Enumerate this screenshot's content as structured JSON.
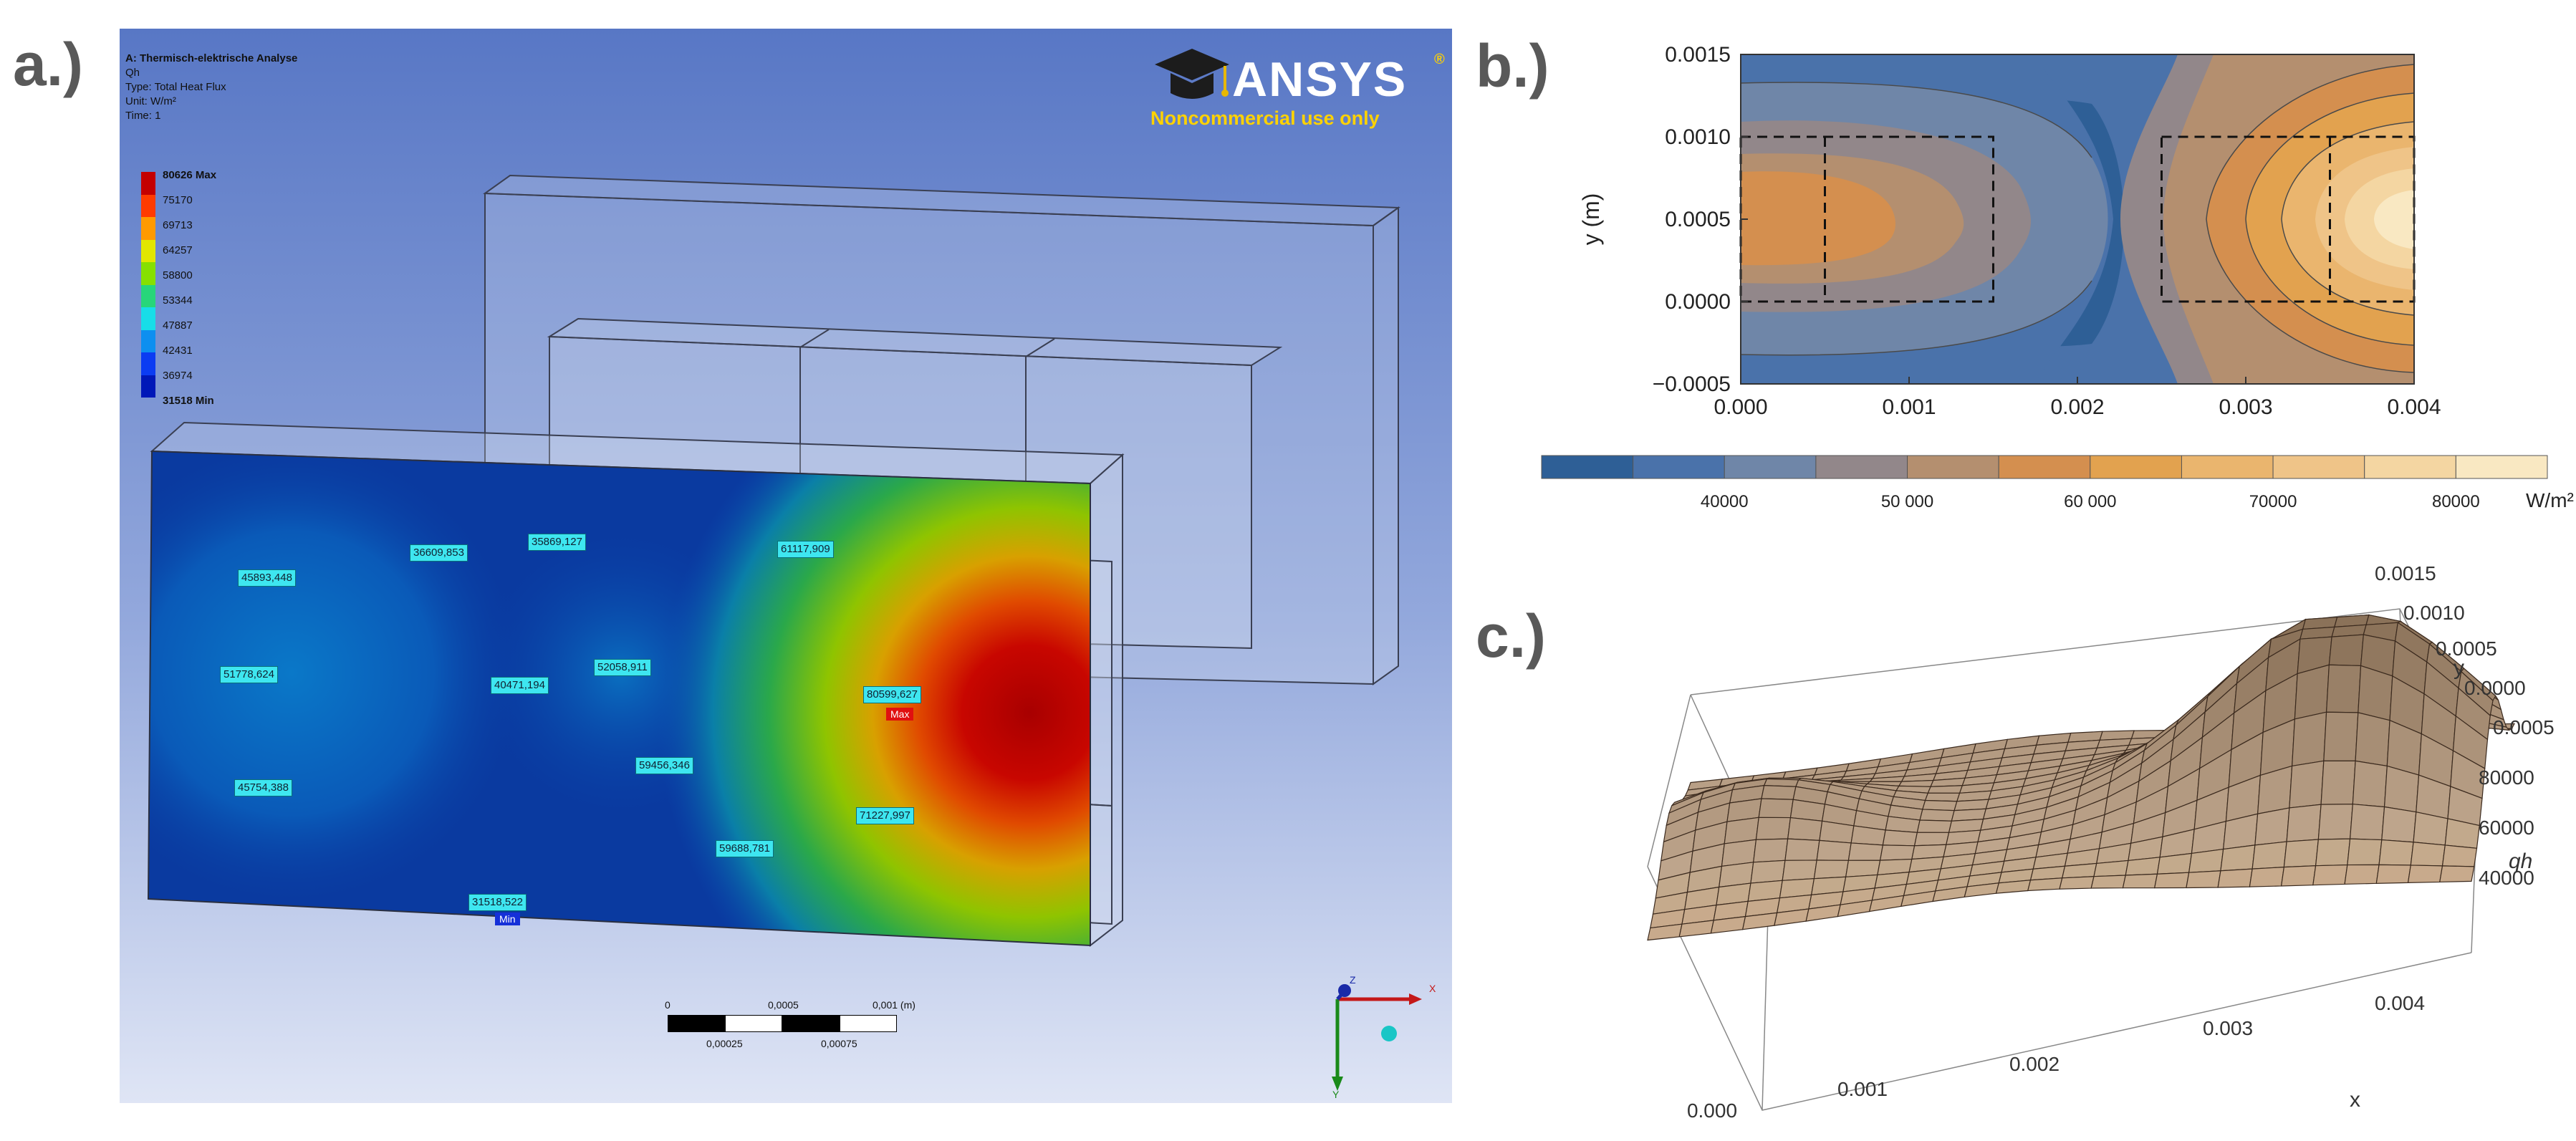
{
  "panels": {
    "a": "a.)",
    "b": "b.)",
    "c": "c.)"
  },
  "ansys": {
    "info_lines": [
      "A: Thermisch-elektrische Analyse",
      "Qh",
      "Type: Total Heat Flux",
      "Unit: W/m²",
      "Time: 1"
    ],
    "logo_text": "ANSYS",
    "logo_registered": "®",
    "logo_subtext": "Noncommercial use only",
    "legend": [
      "80626 Max",
      "75170",
      "69713",
      "64257",
      "58800",
      "53344",
      "47887",
      "42431",
      "36974",
      "31518 Min"
    ],
    "legend_colors": [
      "#c40000",
      "#ff3b00",
      "#ff9a00",
      "#e2e600",
      "#86e000",
      "#27d67a",
      "#18dde8",
      "#0d8ff0",
      "#0b3cf2",
      "#0018b8"
    ],
    "probes": [
      "45893,448",
      "36609,853",
      "35869,127",
      "61117,909",
      "51778,624",
      "40471,194",
      "52058,911",
      "80599,627",
      "59456,346",
      "45754,388",
      "71227,997",
      "59688,781",
      "31518,522"
    ],
    "max_tag": "Max",
    "min_tag": "Min",
    "scale_top": [
      "0",
      "0,0005",
      "0,001 (m)"
    ],
    "scale_bottom": [
      "0,00025",
      "0,00075"
    ],
    "axes": {
      "x": "X",
      "y": "Y",
      "z": "Z"
    },
    "colors": {
      "bg_top": "#5877c5",
      "bg_bottom": "#dfe5f5"
    }
  },
  "chart_data": [
    {
      "type": "heatmap",
      "subtype": "contour",
      "ylabel": "y (m)",
      "xlim": [
        0.0,
        0.004
      ],
      "ylim": [
        -0.0005,
        0.0015
      ],
      "xticks": [
        "0.000",
        "0.001",
        "0.002",
        "0.003",
        "0.004"
      ],
      "yticks": [
        "0.0015",
        "0.0010",
        "0.0005",
        "0.0000",
        "−0.0005"
      ],
      "colorbar": {
        "ticks": [
          "40000",
          "50 000",
          "60 000",
          "70000",
          "80000"
        ],
        "unit": "W/m²",
        "boundaries": [
          30000,
          35000,
          40000,
          45000,
          50000,
          55000,
          60000,
          65000,
          70000,
          75000,
          80000,
          85000
        ],
        "colors": [
          "#2e5f96",
          "#4a72aa",
          "#6f86a8",
          "#92878a",
          "#b48f6f",
          "#d48f4f",
          "#e2a24f",
          "#eab56e",
          "#efc488",
          "#f4d6a2",
          "#f9e8c2"
        ]
      },
      "regions": [
        {
          "x": [
            0.0,
            0.0015
          ],
          "y": [
            0.0,
            0.001
          ],
          "style": "dashed"
        },
        {
          "x": [
            0.0025,
            0.004
          ],
          "y": [
            0.0,
            0.001
          ],
          "style": "dashed"
        }
      ],
      "divider_lines_x": [
        0.0005,
        0.0035
      ]
    },
    {
      "type": "surface",
      "xlabel": "x",
      "ylabel": "y",
      "zlabel": "q_h",
      "xticks": [
        "0.000",
        "0.001",
        "0.002",
        "0.003",
        "0.004"
      ],
      "yticks": [
        "0.0015",
        "0.0010",
        "0.0005",
        "0.0000",
        "0.0005"
      ],
      "zticks": [
        "80000",
        "60000",
        "40000"
      ],
      "xlim": [
        0.0,
        0.004
      ],
      "ylim": [
        -0.0005,
        0.0015
      ],
      "zlim": [
        31518,
        80626
      ]
    }
  ]
}
